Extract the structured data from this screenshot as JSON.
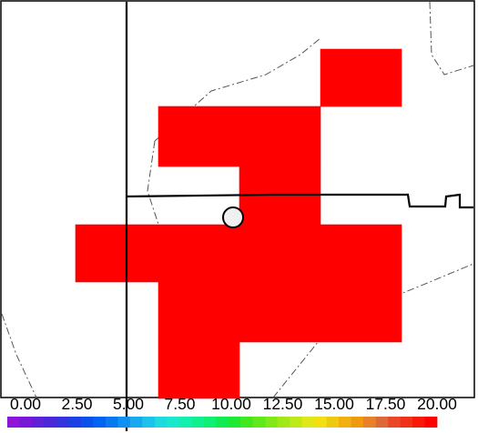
{
  "map": {
    "background": "#ffffff",
    "cell_color": "#ff0000",
    "border_color": "#000000",
    "dashdot_color": "#555555",
    "marker_fill": "#f0f0f0",
    "marker_stroke": "#000000"
  },
  "legend": {
    "tick_labels": [
      "0.00",
      "2.50",
      "5.00",
      "7.50",
      "10.00",
      "12.50",
      "15.00",
      "17.50",
      "20.00"
    ],
    "range": [
      0,
      20
    ],
    "colors": [
      "#8e14d8",
      "#7818d8",
      "#6020d8",
      "#4a28d8",
      "#3434dc",
      "#1c40e4",
      "#0a50ec",
      "#0064f0",
      "#0878f0",
      "#1090f0",
      "#18a8f0",
      "#20c0ec",
      "#20d8e0",
      "#18e8cc",
      "#10f0b0",
      "#10f090",
      "#10f070",
      "#10ec50",
      "#20e830",
      "#40e820",
      "#60e818",
      "#80e818",
      "#a0e818",
      "#c0e818",
      "#e0e818",
      "#f0e010",
      "#f0c810",
      "#f0b010",
      "#f09810",
      "#e88028",
      "#e06838",
      "#e84828",
      "#f03018",
      "#f81808",
      "#ff0000"
    ]
  }
}
